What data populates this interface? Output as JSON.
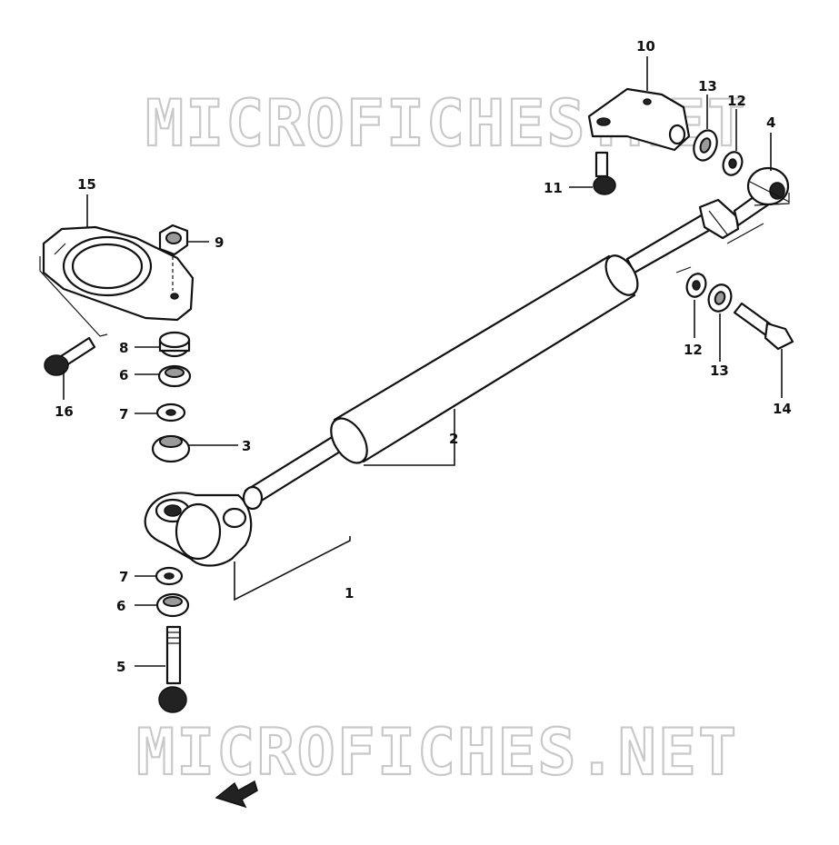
{
  "watermarks": {
    "top": "MICROFICHES.NET",
    "bottom": "MICROFICHES.NET"
  },
  "callouts": {
    "damper_assy": "1",
    "damper_body": "2",
    "cushion": "3",
    "rod_end": "4",
    "lower_bolt": "5",
    "collar_lower": "6",
    "collar_upper": "6",
    "washer_lower": "7",
    "washer_upper": "7",
    "spacer": "8",
    "nut": "9",
    "bracket": "10",
    "bracket_bolt": "11",
    "washer_upper_right": "12",
    "washer_lower_right": "12",
    "spacer_upper_right": "13",
    "spacer_lower_right": "13",
    "rod_bolt": "14",
    "clamp": "15",
    "clamp_bolt": "16"
  },
  "icons": {
    "front_arrow": "front-arrow-icon"
  }
}
